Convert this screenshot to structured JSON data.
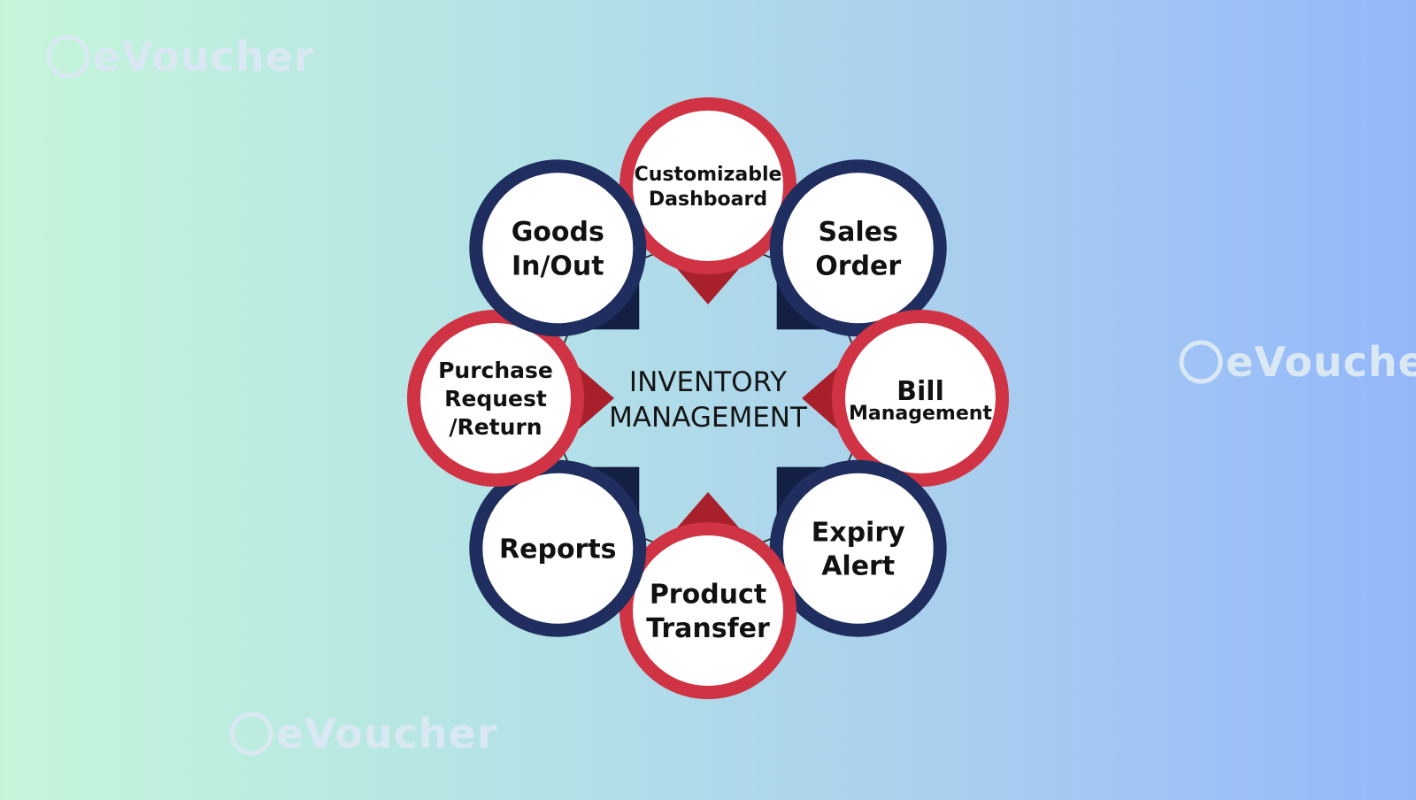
{
  "center": {
    "lines": [
      "INVENTORY",
      "MANAGEMENT"
    ]
  },
  "watermarks": [
    {
      "text": "eVoucher"
    },
    {
      "text": "eVoucher"
    },
    {
      "text": "eVoucher"
    }
  ],
  "nodes": [
    {
      "id": "customizable-dashboard",
      "lines": [
        "Customizable",
        "Dashboard"
      ],
      "style": "red"
    },
    {
      "id": "sales-order",
      "lines": [
        "Sales",
        "Order"
      ],
      "style": "navy"
    },
    {
      "id": "bill-management",
      "lines": [
        "Bill",
        "Management"
      ],
      "style": "red"
    },
    {
      "id": "expiry-alert",
      "lines": [
        "Expiry",
        "Alert"
      ],
      "style": "navy"
    },
    {
      "id": "product-transfer",
      "lines": [
        "Product",
        "Transfer"
      ],
      "style": "red"
    },
    {
      "id": "reports",
      "lines": [
        "Reports"
      ],
      "style": "navy"
    },
    {
      "id": "purchase-request-return",
      "lines": [
        "Purchase",
        "Request",
        "/Return"
      ],
      "style": "red"
    },
    {
      "id": "goods-in-out",
      "lines": [
        "Goods",
        "In/Out"
      ],
      "style": "navy"
    }
  ],
  "colors": {
    "red": "#d03343",
    "red_dark": "#a9202d",
    "navy": "#1f2e5e",
    "navy_dark": "#141f44",
    "connector": "#cdd3ec",
    "dot_red": "#d03343",
    "dot_navy": "#1f2e5e",
    "center_ring": "#1a1a1a",
    "watermark": "#d9e8f2"
  }
}
